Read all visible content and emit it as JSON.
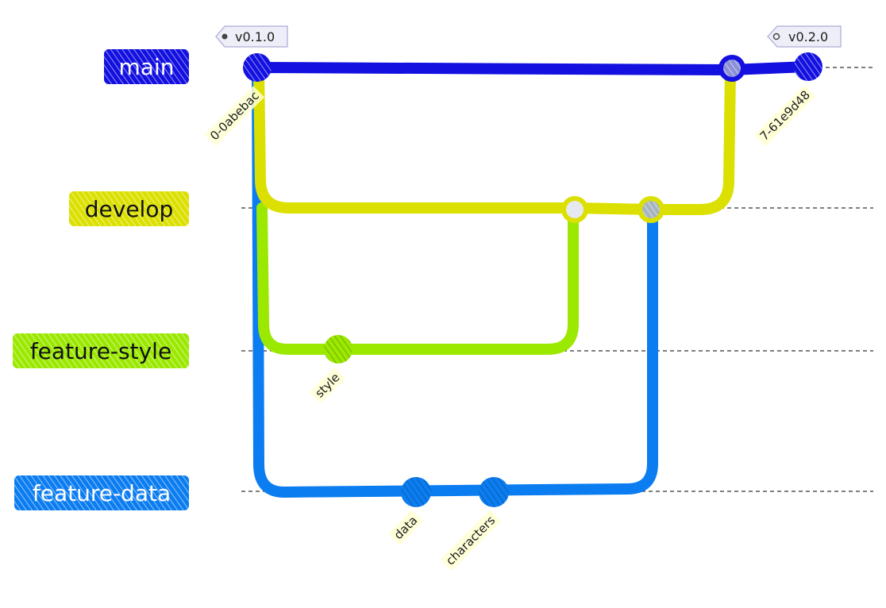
{
  "branches": {
    "main": {
      "label": "main",
      "color": "#1310e0"
    },
    "develop": {
      "label": "develop",
      "color": "#dbe000"
    },
    "feature_style": {
      "label": "feature-style",
      "color": "#9be800"
    },
    "feature_data": {
      "label": "feature-data",
      "color": "#0b7df0"
    }
  },
  "tags": [
    {
      "label": "v0.1.0"
    },
    {
      "label": "v0.2.0"
    }
  ],
  "commits": [
    {
      "label": "0-0abebac"
    },
    {
      "label": "style"
    },
    {
      "label": "data"
    },
    {
      "label": "characters"
    },
    {
      "label": "7-61e9d48"
    }
  ]
}
